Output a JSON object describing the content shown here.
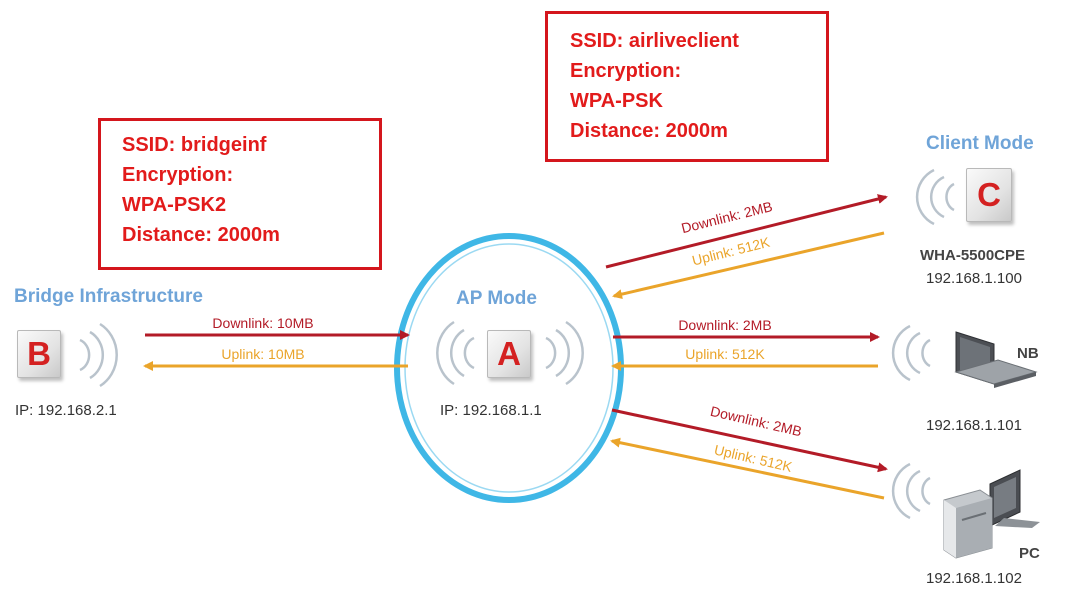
{
  "ssid_box_bridge": {
    "ssid": "SSID: bridgeinf",
    "encryption_label": "Encryption:",
    "encryption_value": "WPA-PSK2",
    "distance": "Distance: 2000m"
  },
  "ssid_box_client": {
    "ssid": "SSID: airliveclient",
    "encryption_label": "Encryption:",
    "encryption_value": "WPA-PSK",
    "distance": "Distance: 2000m"
  },
  "node_b": {
    "title": "Bridge Infrastructure",
    "letter": "B",
    "ip": "IP: 192.168.2.1"
  },
  "node_a": {
    "title": "AP Mode",
    "letter": "A",
    "ip": "IP: 192.168.1.1"
  },
  "node_c": {
    "title": "Client Mode",
    "letter": "C",
    "model": "WHA-5500CPE",
    "ip": "192.168.1.100"
  },
  "node_nb": {
    "name": "NB",
    "ip": "192.168.1.101"
  },
  "node_pc": {
    "name": "PC",
    "ip": "192.168.1.102"
  },
  "links": {
    "b_downlink": "Downlink: 10MB",
    "b_uplink": "Uplink: 10MB",
    "c_downlink": "Downlink: 2MB",
    "c_uplink": "Uplink: 512K",
    "nb_downlink": "Downlink: 2MB",
    "nb_uplink": "Uplink: 512K",
    "pc_downlink": "Downlink: 2MB",
    "pc_uplink": "Uplink: 512K"
  },
  "colors": {
    "downlink": "#b31b27",
    "uplink": "#eaa42a",
    "ap_ring": "#3fb7e6",
    "title_blue": "#6fa4d8",
    "box_red": "#d4161d"
  }
}
